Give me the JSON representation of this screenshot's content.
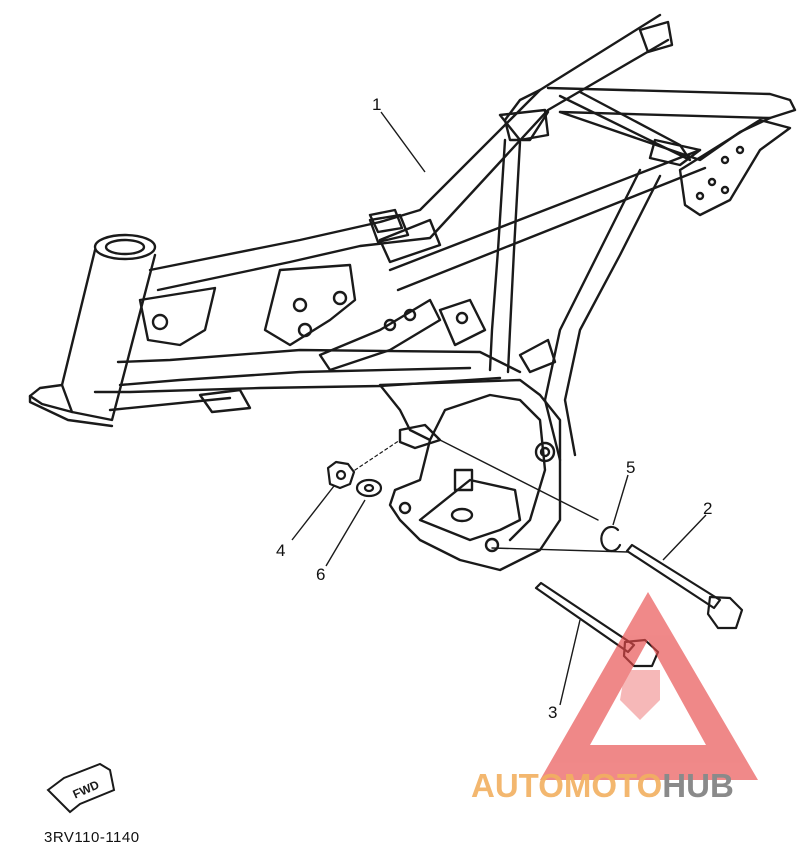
{
  "diagram": {
    "callouts": [
      {
        "id": "1",
        "label": "1"
      },
      {
        "id": "2",
        "label": "2"
      },
      {
        "id": "3",
        "label": "3"
      },
      {
        "id": "4",
        "label": "4"
      },
      {
        "id": "5",
        "label": "5"
      },
      {
        "id": "6",
        "label": "6"
      }
    ],
    "fwd_label": "FWD",
    "part_code": "3RV110-1140"
  },
  "watermark": {
    "part1": "AUTOMOTO",
    "part2": "HUB",
    "colors": {
      "part1": "#f2b060",
      "part2": "#8a8a8a",
      "triangle": "#e84a4a"
    }
  }
}
